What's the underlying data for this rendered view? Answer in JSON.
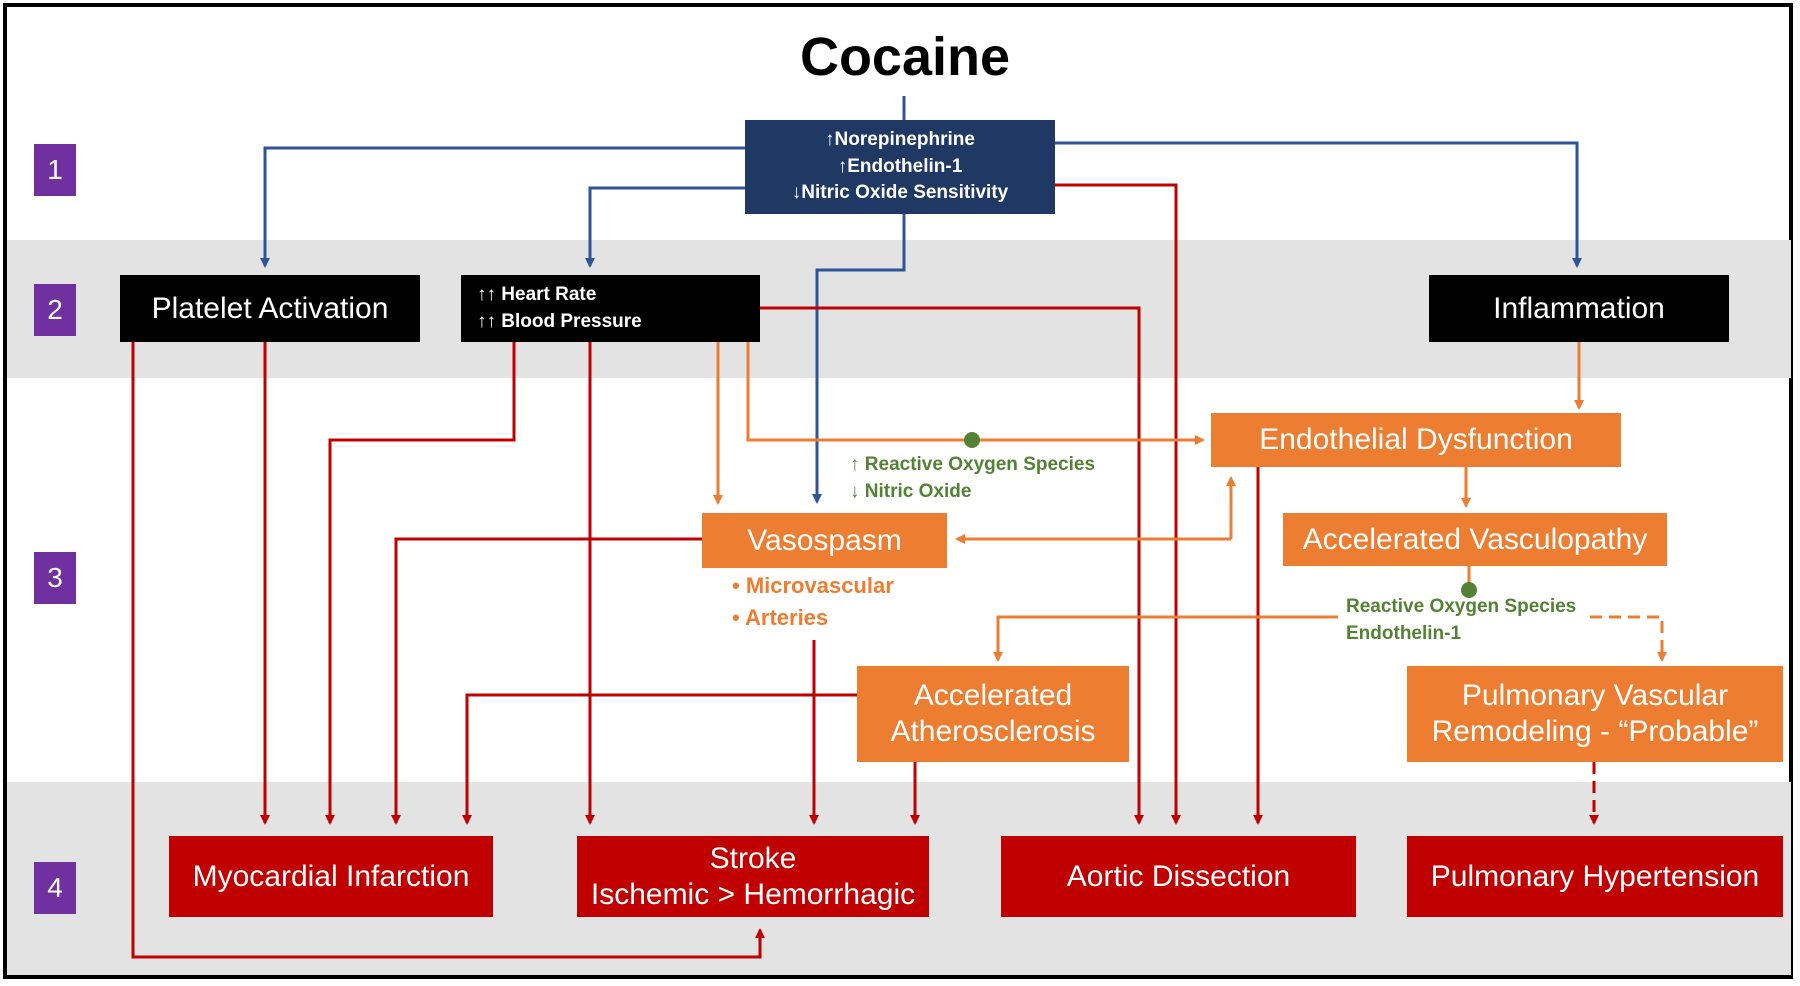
{
  "title": "Cocaine",
  "levels": [
    "1",
    "2",
    "3",
    "4"
  ],
  "mechanism": {
    "lines": [
      "↑Norepinephrine",
      "↑Endothelin-1",
      "↓Nitric Oxide Sensitivity"
    ],
    "color": "#1f3864"
  },
  "level2": {
    "platelet": "Platelet Activation",
    "hemodynamics": [
      "↑↑ Heart Rate",
      "↑↑ Blood Pressure"
    ],
    "inflammation": "Inflammation"
  },
  "level3": {
    "endothelial": "Endothelial Dysfunction",
    "vasospasm": "Vasospasm",
    "vasospasm_sites": [
      "• Microvascular",
      "• Arteries"
    ],
    "ros_no": [
      "↑ Reactive Oxygen Species",
      "↓ Nitric Oxide"
    ],
    "vasculopathy": "Accelerated Vasculopathy",
    "ros_et": [
      "Reactive Oxygen Species",
      "Endothelin-1"
    ],
    "atherosclerosis": [
      "Accelerated",
      "Atherosclerosis"
    ],
    "pulmonary_remodeling": [
      "Pulmonary Vascular",
      "Remodeling - “Probable”"
    ]
  },
  "outcomes": {
    "mi": "Myocardial Infarction",
    "stroke": [
      "Stroke",
      "Ischemic > Hemorrhagic"
    ],
    "aortic": "Aortic Dissection",
    "pulm_htn": "Pulmonary Hypertension"
  },
  "colors": {
    "level_badge": "#7030a0",
    "band": "#e3e3e3",
    "blue_arrow": "#2f5597",
    "red_arrow": "#c00000",
    "orange_arrow": "#ed7d31",
    "green_text": "#548235"
  }
}
